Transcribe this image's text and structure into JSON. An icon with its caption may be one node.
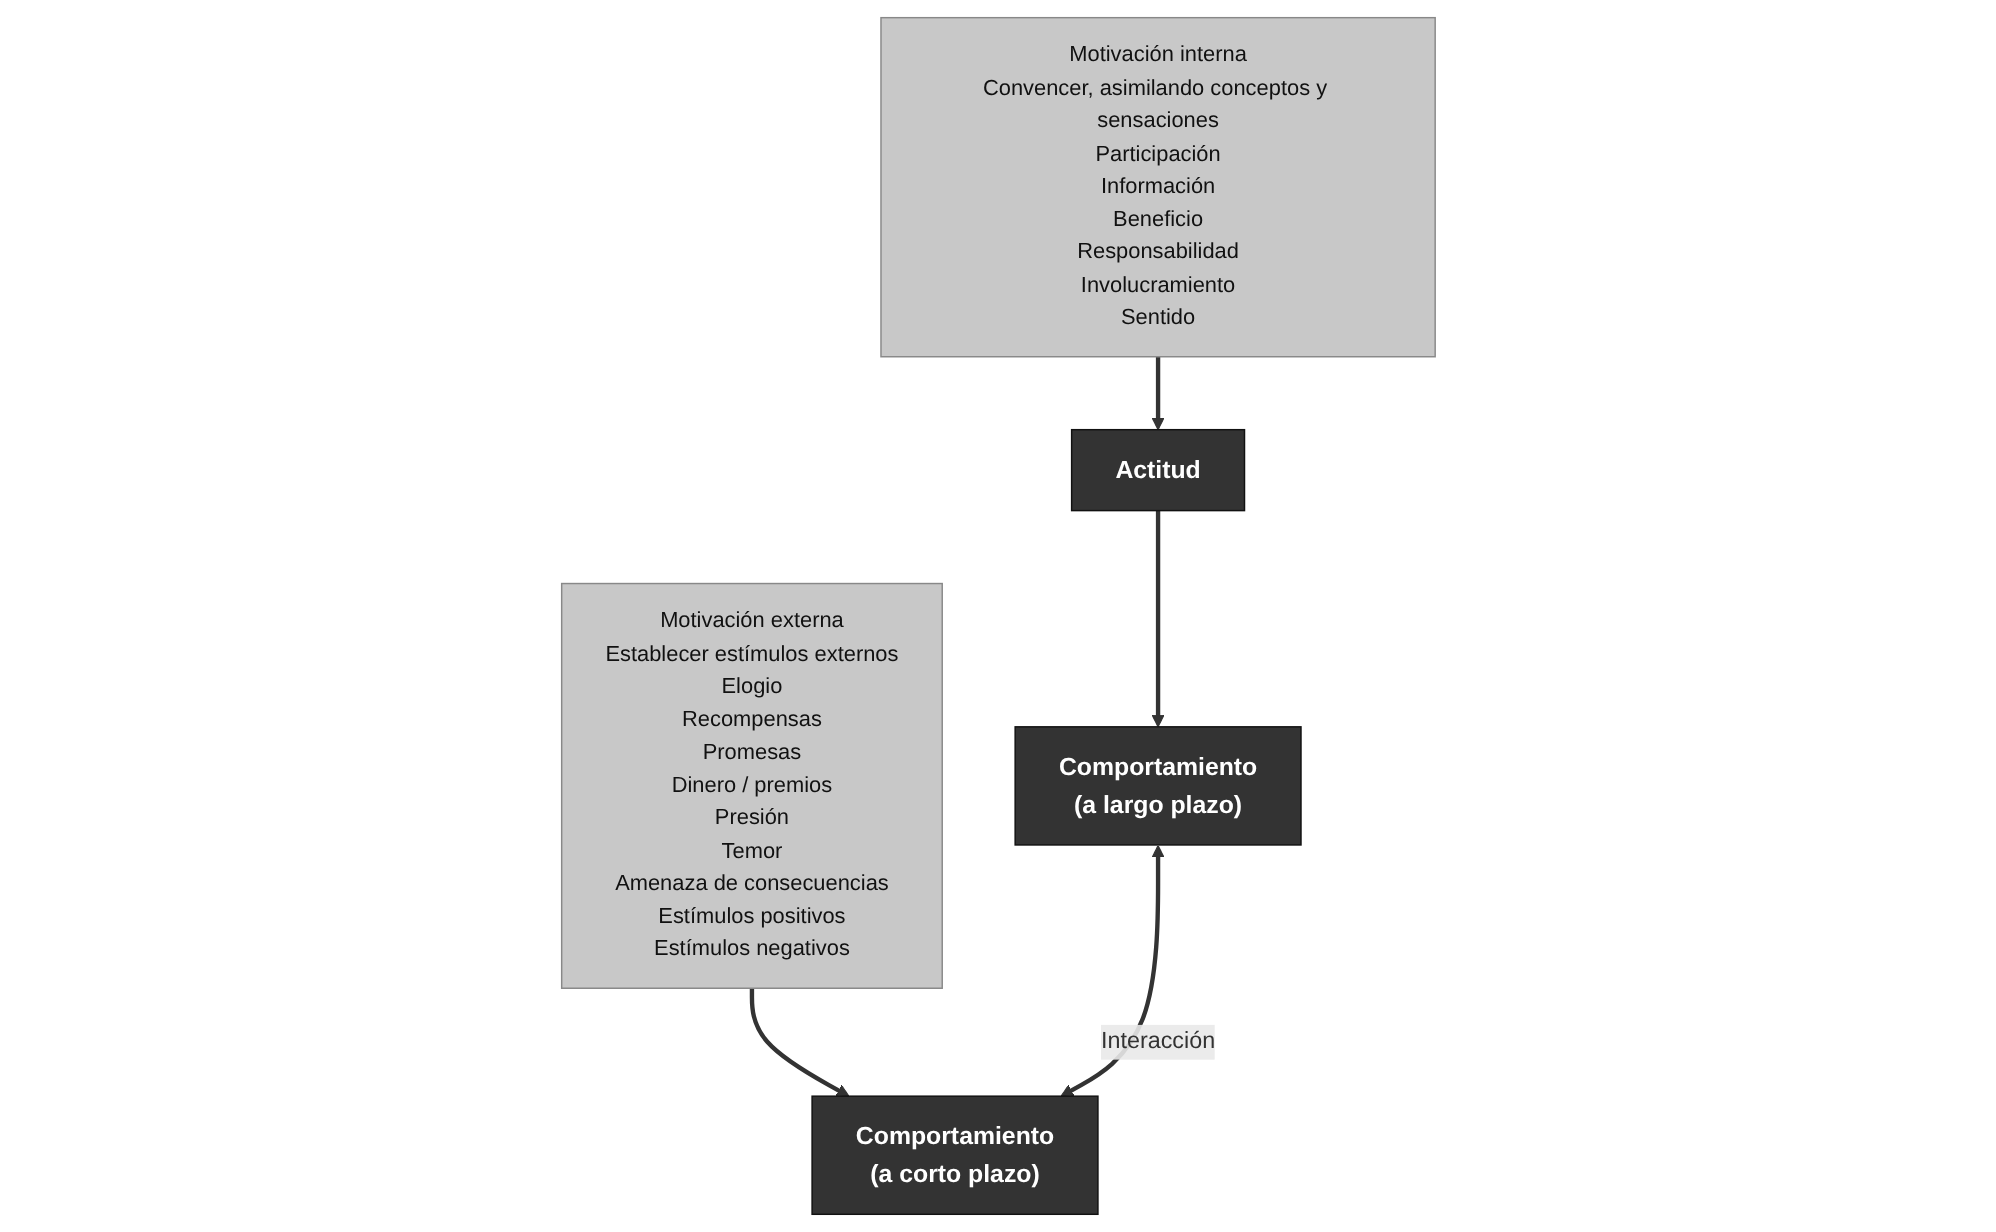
{
  "diagram": {
    "nodes": [
      {
        "text": [
          "Motivación interna",
          "Convencer, asimilando conceptos y sensaciones",
          "Participación",
          "Información",
          "Beneficio",
          "Responsabilidad",
          "Involucramiento",
          "Sentido"
        ]
      },
      {
        "text": [
          "Motivación externa",
          "Establecer estímulos externos",
          "Elogio",
          "Recompensas",
          "Promesas",
          "Dinero / premios",
          "Presión",
          "Temor",
          "Amenaza de consecuencias",
          "Estímulos positivos",
          "Estímulos negativos"
        ]
      },
      {
        "text": [
          "Actitud"
        ]
      },
      {
        "text": [
          "Comportamiento",
          "(a largo plazo)"
        ]
      },
      {
        "text": [
          "Comportamiento",
          "(a corto plazo)"
        ]
      }
    ],
    "edges": [
      {
        "from": 0,
        "to": 2,
        "arrow": "to"
      },
      {
        "from": 2,
        "to": 3,
        "arrow": "to"
      },
      {
        "from": 1,
        "to": 4,
        "arrow": "to"
      },
      {
        "from": 3,
        "to": 4,
        "arrow": "both",
        "label": "Interacción"
      }
    ]
  }
}
